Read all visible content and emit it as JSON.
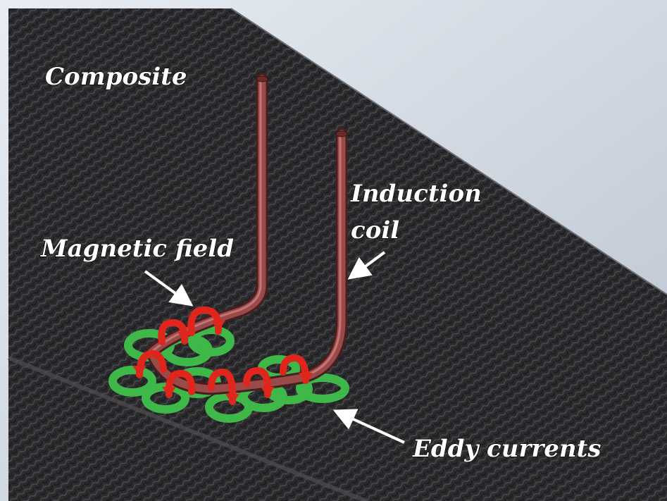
{
  "labels": {
    "composite": "Composite",
    "induction_line1": "Induction",
    "induction_line2": "coil",
    "magnetic_field": "Magnetic field",
    "eddy_currents": "Eddy currents"
  },
  "colors": {
    "composite": "#2b2b2d",
    "background_light": "#d5dce6",
    "coil": "#8a3e3e",
    "magnetic_field_arrows": "#e0261c",
    "eddy_current_rings": "#3fb84a",
    "label_text": "#ffffff"
  }
}
